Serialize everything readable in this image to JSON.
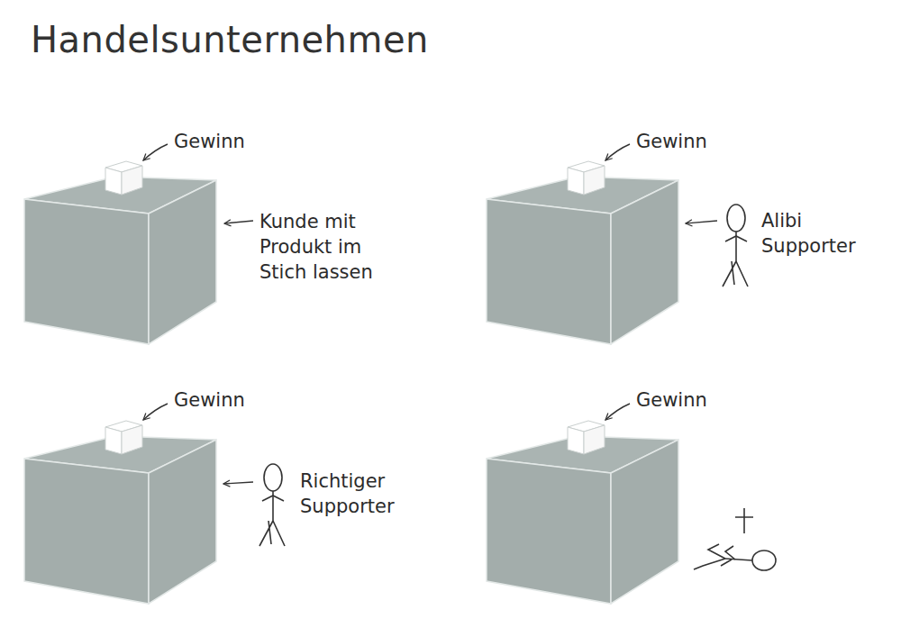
{
  "diagram": {
    "title": "Handelsunternehmen",
    "labels": [
      "Gewinn",
      "Kunde mit Produkt im Stich lassen",
      "Gewinn",
      "Alibi Supporter",
      "Gewinn",
      "Richtiger Supporter",
      "Gewinn"
    ]
  }
}
